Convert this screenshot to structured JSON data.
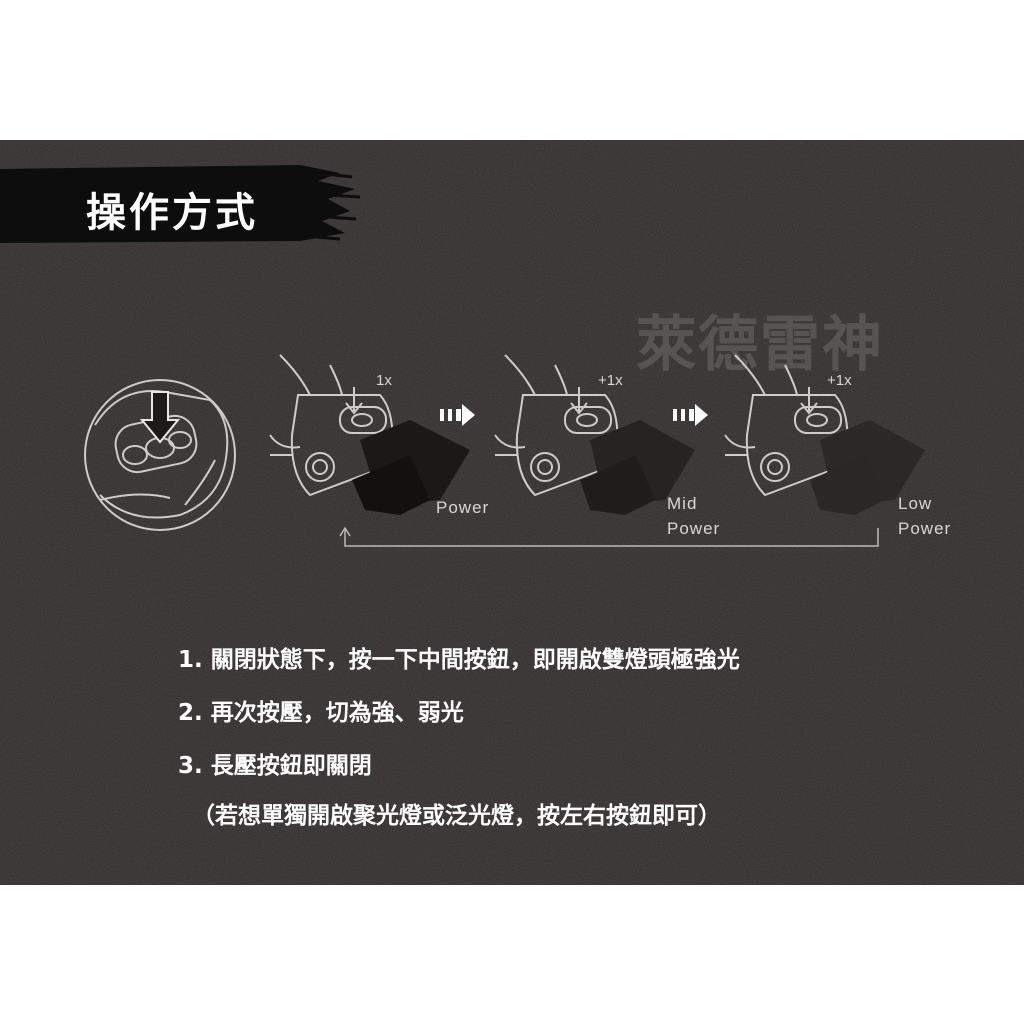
{
  "header": {
    "title": "操作方式"
  },
  "watermark": {
    "text": "萊德雷神"
  },
  "diagram": {
    "steps": [
      {
        "press": "1x",
        "mode_line1": "Power",
        "mode_line2": ""
      },
      {
        "press": "+1x",
        "mode_line1": "Mid",
        "mode_line2": "Power"
      },
      {
        "press": "+1x",
        "mode_line1": "Low",
        "mode_line2": "Power"
      }
    ],
    "icons": [
      "button-closeup-icon",
      "arrow-right-icon",
      "headlamp-icon",
      "cycle-return-arrow-icon"
    ]
  },
  "instructions": {
    "line1": "1. 關閉狀態下，按一下中間按鈕，即開啟雙燈頭極強光",
    "line2": "2. 再次按壓，切為強、弱光",
    "line3": "3. 長壓按鈕即關閉",
    "line4": "（若想單獨開啟聚光燈或泛光燈，按左右按鈕即可）"
  },
  "colors": {
    "panel": "#2f2c2b",
    "text": "#ffffff",
    "line_art": "#d9d6d4"
  }
}
